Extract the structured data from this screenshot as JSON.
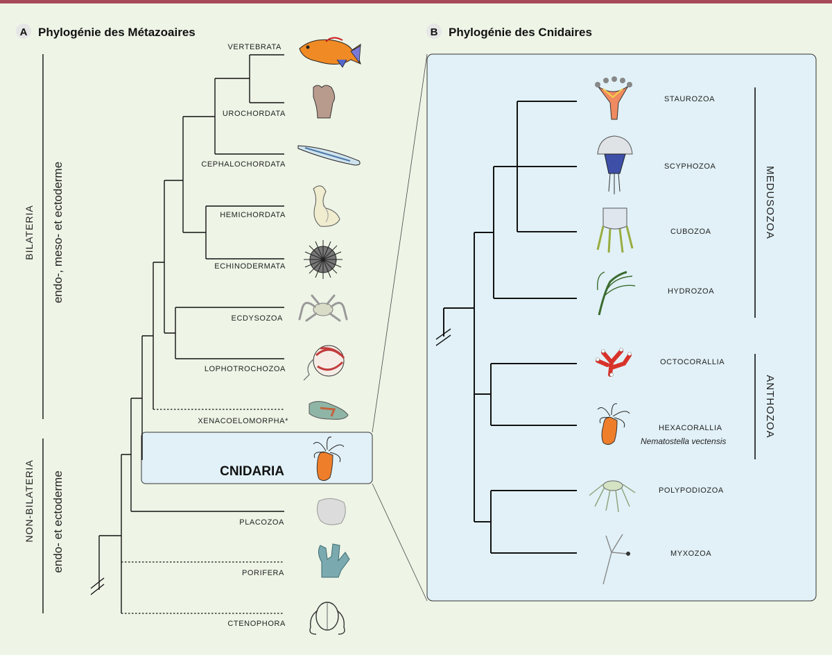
{
  "panel_a": {
    "letter": "A",
    "title": "Phylogénie des Métazoaires",
    "taxa": [
      "VERTEBRATA",
      "UROCHORDATA",
      "CEPHALOCHORDATA",
      "HEMICHORDATA",
      "ECHINODERMATA",
      "ECDYSOZOA",
      "LOPHOTROCHOZOA",
      "XENACOELOMORPHA*",
      "CNIDARIA",
      "PLACOZOA",
      "PORIFERA",
      "CTENOPHORA"
    ],
    "bilateria": {
      "label": "BILATERIA",
      "sublabel": "endo-, meso- et ectoderme"
    },
    "non_bilateria": {
      "label": "NON-BILATERIA",
      "sublabel": "endo- et ectoderme"
    }
  },
  "panel_b": {
    "letter": "B",
    "title": "Phylogénie des Cnidaires",
    "taxa": [
      "STAUROZOA",
      "SCYPHOZOA",
      "CUBOZOA",
      "HYDROZOA",
      "OCTOCORALLIA",
      "HEXACORALLIA",
      "POLYPODIOZOA",
      "MYXOZOA"
    ],
    "species_note": "Nematostella vectensis",
    "medusozoa": "MEDUSOZOA",
    "anthozoa": "ANTHOZOA"
  },
  "colors": {
    "background": "#eef4e6",
    "highlight_box": "#e1f1f7",
    "accent_bar": "#a8495a",
    "letter_badge": "#e6e6e6",
    "line": "#111111"
  },
  "icons": [
    "fish-icon",
    "sea-squirt-icon",
    "lancelet-icon",
    "acorn-worm-icon",
    "sea-urchin-icon",
    "crab-icon",
    "nautilus-icon",
    "acoel-worm-icon",
    "sea-anemone-icon",
    "placozoan-icon",
    "sponge-icon",
    "comb-jelly-icon",
    "stalked-jellyfish-icon",
    "jellyfish-icon",
    "box-jellyfish-icon",
    "hydroid-icon",
    "red-coral-icon",
    "polypodium-icon",
    "myxozoan-icon"
  ]
}
